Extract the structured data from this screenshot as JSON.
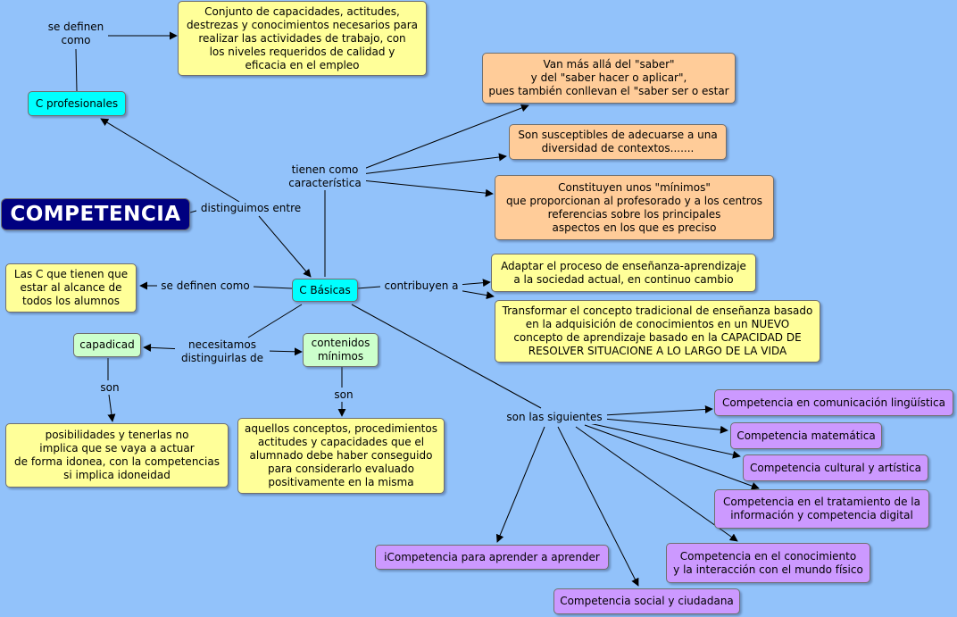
{
  "title": "COMPETENCIA",
  "nodes": {
    "c_profesionales": "C profesionales",
    "def_profesionales": "Conjunto de capacidades, actitudes,\ndestrezas y conocimientos necesarios para\nrealizar las actividades de trabajo, con\nlos niveles requeridos de calidad y\neficacia en el empleo",
    "c_basicas": "C Básicas",
    "def_basicas": "Las C que tienen que\nestar  al alcance de\ntodos los alumnos",
    "car_saber": "Van más allá del \"saber\"\ny del \"saber hacer o aplicar\",\npues también conllevan el \"saber ser o estar",
    "car_contextos": "Son susceptibles de adecuarse a una\ndiversidad de contextos.......",
    "car_minimos": "Constituyen unos \"mínimos\"\nque proporcionan al profesorado y a los centros\nreferencias sobre los principales\naspectos en los que es preciso",
    "contrib_adaptar": "Adaptar el proceso de enseñanza-aprendizaje\na la sociedad actual, en continuo cambio",
    "contrib_transformar": "Transformar el concepto tradicional de enseñanza basado\nen la adquisición de conocimientos en un NUEVO\nconcepto de aprendizaje basado en la CAPACIDAD DE\nRESOLVER SITUACIONE  A LO LARGO DE LA VIDA",
    "capacidad": "capadicad",
    "contenidos": "contenidos\nmínimos",
    "def_capacidad": "posibilidades y tenerlas no\nimplica que se vaya a actuar\nde forma idonea, con la competencias\nsi implica idoneidad",
    "def_contenidos": "aquellos conceptos, procedimientos\nactitudes y capacidades que el\nalumnado debe haber conseguido\npara considerarlo evaluado\npositivamente en la misma",
    "comp_linguistica": "Competencia en comunicación lingüística",
    "comp_matematica": "Competencia matemática",
    "comp_cultural": "Competencia cultural y artística",
    "comp_digital": "Competencia en el tratamiento de la\ninformación y competencia digital",
    "comp_mundo": "Competencia en el conocimiento\ny la interacción con el mundo físico",
    "comp_social": "Competencia social y ciudadana",
    "comp_aprender": "iCompetencia para aprender a aprender"
  },
  "phrases": {
    "se_definen_como_top": "se definen\ncomo",
    "distinguimos_entre": "distinguimos entre",
    "tienen_como": "tienen como\ncaracterística",
    "se_definen_como_left": "se definen como",
    "contribuyen_a": "contribuyen a",
    "necesitamos": "necesitamos\ndistinguirlas de",
    "son_capacidad": "son",
    "son_contenidos": "son",
    "son_las_siguientes": "son las siguientes"
  },
  "colors": {
    "background": "#92c2fa",
    "title_box": "#000080",
    "definition": "#ffff99",
    "characteristic": "#ffcc99",
    "concept": "#00ffff",
    "sub_concept": "#ccffcc",
    "competence": "#cc99ff"
  }
}
